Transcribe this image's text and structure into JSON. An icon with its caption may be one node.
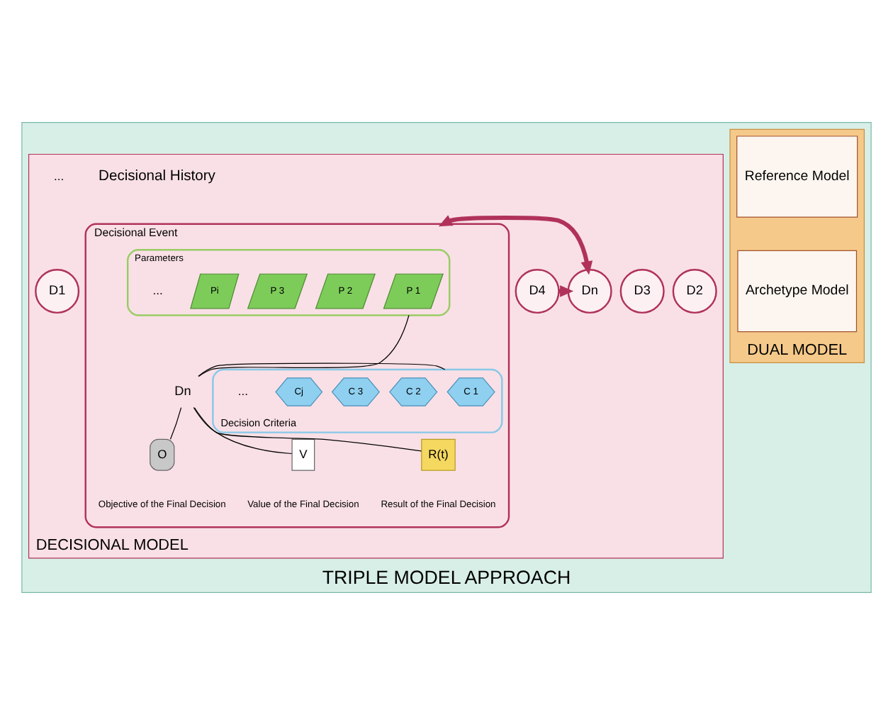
{
  "diagram": {
    "nodes": [
      {
        "text": [
          "TRIPLE MODEL APPROACH"
        ]
      },
      {
        "text": [
          "DUAL MODEL"
        ],
        "in": 0
      },
      {
        "text": [
          "Reference Model"
        ],
        "in": 1
      },
      {
        "text": [
          "Archetype Model"
        ],
        "in": 1
      },
      {
        "text": [
          "DECISIONAL MODEL"
        ],
        "in": 0
      },
      {
        "text": [
          "D1"
        ],
        "in": 4
      },
      {
        "text": [
          "D2"
        ],
        "in": 4
      },
      {
        "text": [
          "D3"
        ],
        "in": 4
      },
      {
        "text": [
          "D4"
        ],
        "in": 4
      },
      {
        "text": [
          "Dn"
        ],
        "in": 4
      },
      {
        "text": [
          "Decisional Event"
        ],
        "in": 4
      },
      {
        "text": [
          "Parameters"
        ],
        "in": 10
      },
      {
        "text": [
          "P 1"
        ],
        "in": 11
      },
      {
        "text": [
          "P 2"
        ],
        "in": 11
      },
      {
        "text": [
          "P 3"
        ],
        "in": 11
      },
      {
        "text": [
          "Pi"
        ],
        "in": 11
      },
      {
        "text": [
          "Decision Criteria"
        ],
        "in": 10
      },
      {
        "text": [
          "C 1"
        ],
        "in": 16
      },
      {
        "text": [
          "C 2"
        ],
        "in": 16
      },
      {
        "text": [
          "C 3"
        ],
        "in": 16
      },
      {
        "text": [
          "Cj"
        ],
        "in": 16
      },
      {
        "text": [
          "Dn"
        ],
        "in": 10
      },
      {
        "text": [
          "O"
        ],
        "in": 10,
        "beside": [
          "Objective of the Final Decision"
        ]
      },
      {
        "text": [
          "V"
        ],
        "in": 10,
        "beside": [
          "Value of the Final Decision"
        ]
      },
      {
        "text": [
          "R(t)"
        ],
        "in": 10,
        "beside": [
          "Result of the Final Decision"
        ]
      }
    ],
    "edges": [
      {
        "from": 8,
        "to": 9,
        "arrow": "to",
        "style": "thick",
        "color": "#b0325a"
      },
      {
        "from": 9,
        "to": 10,
        "arrow": "both",
        "style": "thick",
        "color": "#b0325a"
      },
      {
        "from": 21,
        "to": 11,
        "arrow": "none"
      },
      {
        "from": 21,
        "to": 16,
        "arrow": "none"
      },
      {
        "from": 21,
        "to": 22,
        "arrow": "none"
      },
      {
        "from": 21,
        "to": 23,
        "arrow": "none"
      },
      {
        "from": 21,
        "to": 24,
        "arrow": "none"
      }
    ],
    "labels": [
      "Decisional History",
      "...",
      "...",
      "..."
    ]
  }
}
